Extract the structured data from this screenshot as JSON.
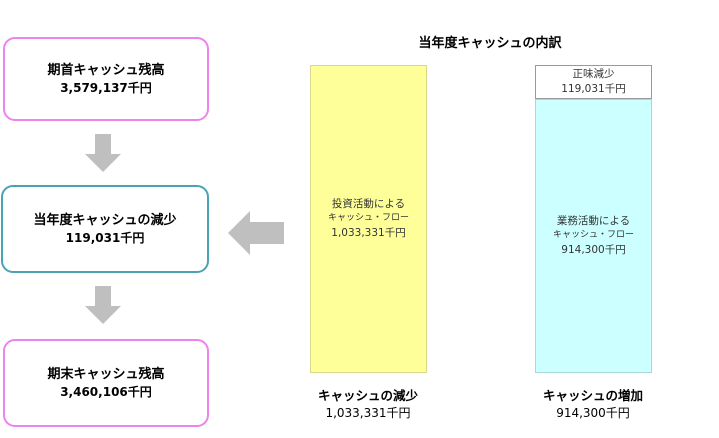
{
  "flow": {
    "opening": {
      "title": "期首キャッシュ残高",
      "amount": "3,579,137千円"
    },
    "change": {
      "title": "当年度キャッシュの減少",
      "amount": "119,031千円"
    },
    "closing": {
      "title": "期末キャッシュ残高",
      "amount": "3,460,106千円"
    }
  },
  "breakdown": {
    "title": "当年度キャッシュの内訳",
    "decrease_bar": {
      "line1": "投資活動による",
      "line2": "キャッシュ・フロー",
      "line3": "1,033,331千円"
    },
    "increase_bar": {
      "line1": "業務活動による",
      "line2": "キャッシュ・フロー",
      "line3": "914,300千円"
    },
    "net_box": {
      "line1": "正味減少",
      "line2": "119,031千円"
    },
    "decrease_label": {
      "title": "キャッシュの減少",
      "value": "1,033,331千円"
    },
    "increase_label": {
      "title": "キャッシュの増加",
      "value": "914,300千円"
    }
  },
  "colors": {
    "pink_border": "#ee82ee",
    "teal_border": "#4aa3b5",
    "arrow_gray": "#bfbfbf",
    "decrease_fill": "#ffff99",
    "increase_fill": "#ccffff"
  },
  "icons": {
    "down_arrow": "down-arrow-icon",
    "left_arrow": "left-arrow-icon"
  }
}
